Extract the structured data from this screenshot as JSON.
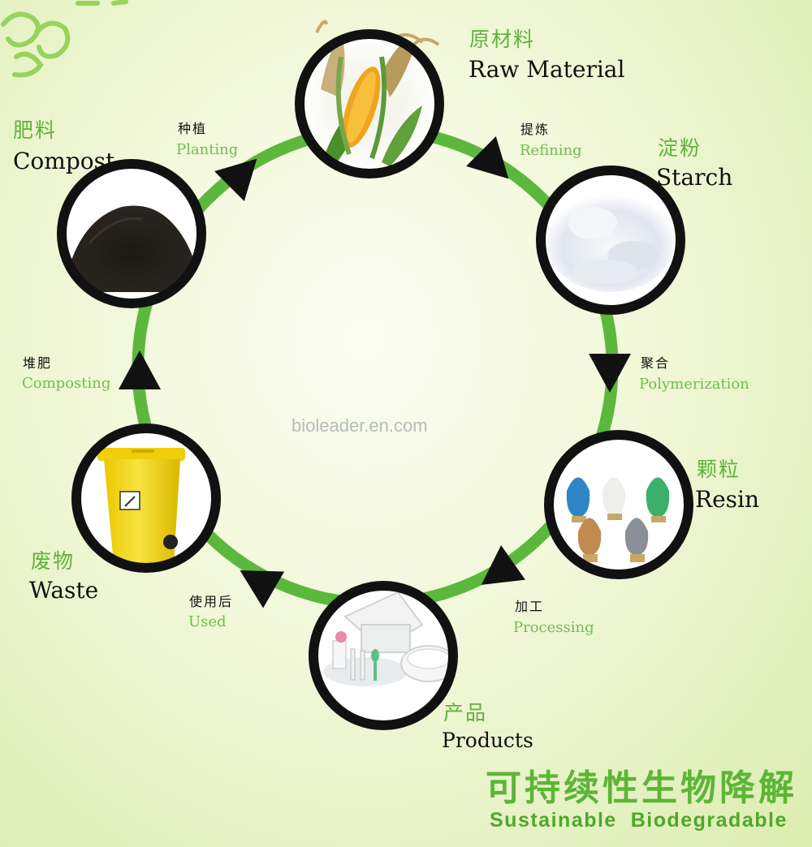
{
  "stages": [
    {
      "id": "raw-material",
      "zh": "原材料",
      "en": "Raw Material",
      "image": "corn-image"
    },
    {
      "id": "starch",
      "zh": "淀粉",
      "en": "Starch",
      "image": "starch-powder-image"
    },
    {
      "id": "resin",
      "zh": "颗粒",
      "en": "Resin",
      "image": "resin-granules-image"
    },
    {
      "id": "products",
      "zh": "产品",
      "en": "Products",
      "image": "tableware-products-image"
    },
    {
      "id": "waste",
      "zh": "废物",
      "en": "Waste",
      "image": "trash-bin-image"
    },
    {
      "id": "compost",
      "zh": "肥料",
      "en": "Compost",
      "image": "soil-pile-image"
    }
  ],
  "processes": [
    {
      "id": "refining",
      "zh": "提炼",
      "en": "Refining"
    },
    {
      "id": "polymerization",
      "zh": "聚合",
      "en": "Polymerization"
    },
    {
      "id": "processing",
      "zh": "加工",
      "en": "Processing"
    },
    {
      "id": "used",
      "zh": "使用后",
      "en": "Used"
    },
    {
      "id": "composting",
      "zh": "堆肥",
      "en": "Composting"
    },
    {
      "id": "planting",
      "zh": "种植",
      "en": "Planting"
    }
  ],
  "watermark": "bioleader.en.com",
  "slogan": {
    "zh": "可持续性生物降解",
    "en": "Sustainable  Biodegradable"
  },
  "colors": {
    "cycle_green": "#5cb83c",
    "label_green": "#6cbf4a",
    "arrow": "#111111",
    "bin_yellow": "#f2d50f"
  }
}
